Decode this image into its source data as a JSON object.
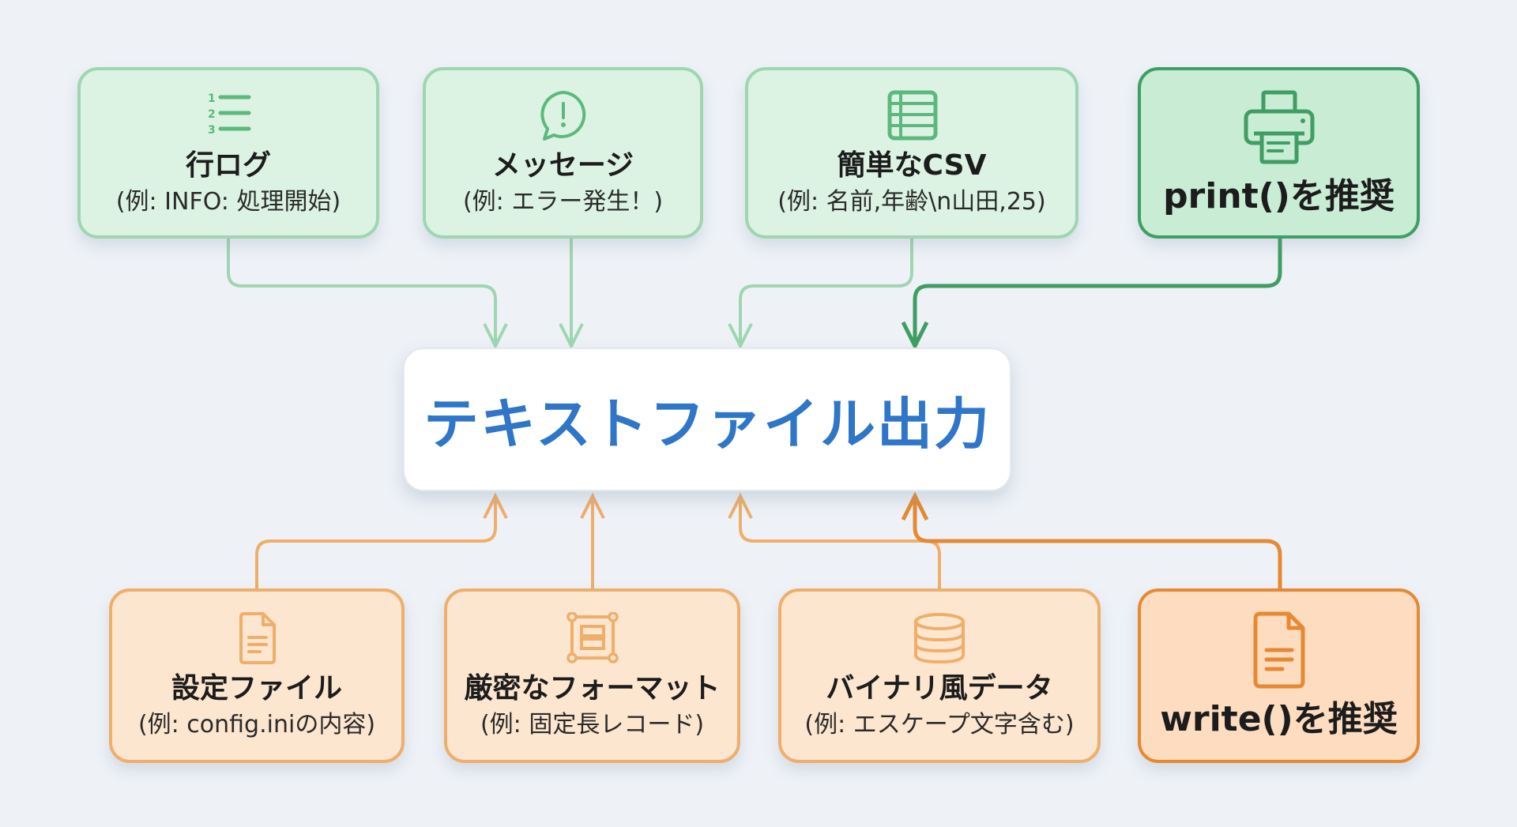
{
  "center": {
    "label": "テキストファイル出力"
  },
  "top_boxes": [
    {
      "title": "行ログ",
      "subtitle": "(例: INFO: 処理開始)",
      "icon": "numbered-list-icon"
    },
    {
      "title": "メッセージ",
      "subtitle": "(例: エラー発生！)",
      "icon": "alert-message-icon"
    },
    {
      "title": "簡単なCSV",
      "subtitle": "(例: 名前,年齢\\n山田,25)",
      "icon": "table-icon"
    },
    {
      "title": "print()を推奨",
      "icon": "printer-icon",
      "highlight": true
    }
  ],
  "bottom_boxes": [
    {
      "title": "設定ファイル",
      "subtitle": "(例: config.iniの内容)",
      "icon": "document-icon"
    },
    {
      "title": "厳密なフォーマット",
      "subtitle": "(例: 固定長レコード)",
      "icon": "frame-layout-icon"
    },
    {
      "title": "バイナリ風データ",
      "subtitle": "(例: エスケープ文字含む)",
      "icon": "database-icon"
    },
    {
      "title": "write()を推奨",
      "icon": "document-icon",
      "highlight": true
    }
  ],
  "colors": {
    "green_light": "#9fd6b1",
    "green_strong": "#3f9e63",
    "orange_light": "#efae6a",
    "orange_strong": "#e58a33",
    "center_text": "#2f76c8",
    "background": "#eef2f7"
  }
}
